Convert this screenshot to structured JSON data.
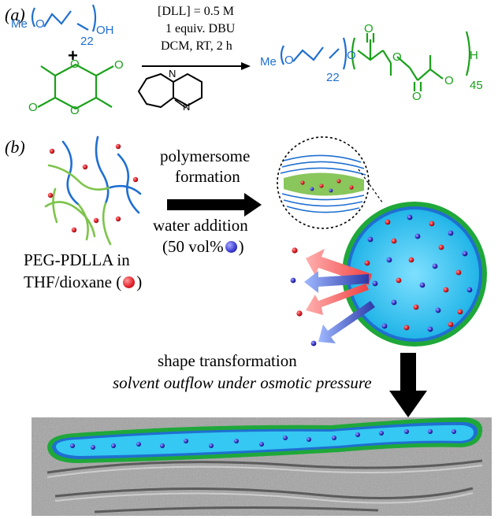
{
  "panel_a": {
    "label": "(a)",
    "reactant_me": "Me",
    "reactant_oh": "OH",
    "reactant_n": "22",
    "plus": "+",
    "conditions": [
      "[DLL] = 0.5 M",
      "1 equiv. DBU",
      "DCM, RT, 2 h"
    ],
    "dbu_n": "N",
    "product_me": "Me",
    "product_n": "22",
    "product_h": "H",
    "product_m": "45",
    "colors": {
      "peg": "#1f6fd1",
      "pdlla": "#1aa11a"
    }
  },
  "panel_b": {
    "label": "(b)",
    "step1_lines": [
      "polymersome",
      "formation"
    ],
    "step2_lines": [
      "water addition",
      "(50 vol%"
    ],
    "step2_close": ")",
    "polymer_lines": [
      "PEG-PDLLA in",
      "THF/dioxane ("
    ],
    "polymer_close": ")",
    "transform_title": "shape transformation",
    "transform_caption": "solvent outflow under osmotic pressure",
    "colors": {
      "solvent_red": "#e0202a",
      "water_blue": "#3a3ad0",
      "vesicle_fill": "#35c8f2",
      "membrane": "#1fa83a"
    }
  }
}
